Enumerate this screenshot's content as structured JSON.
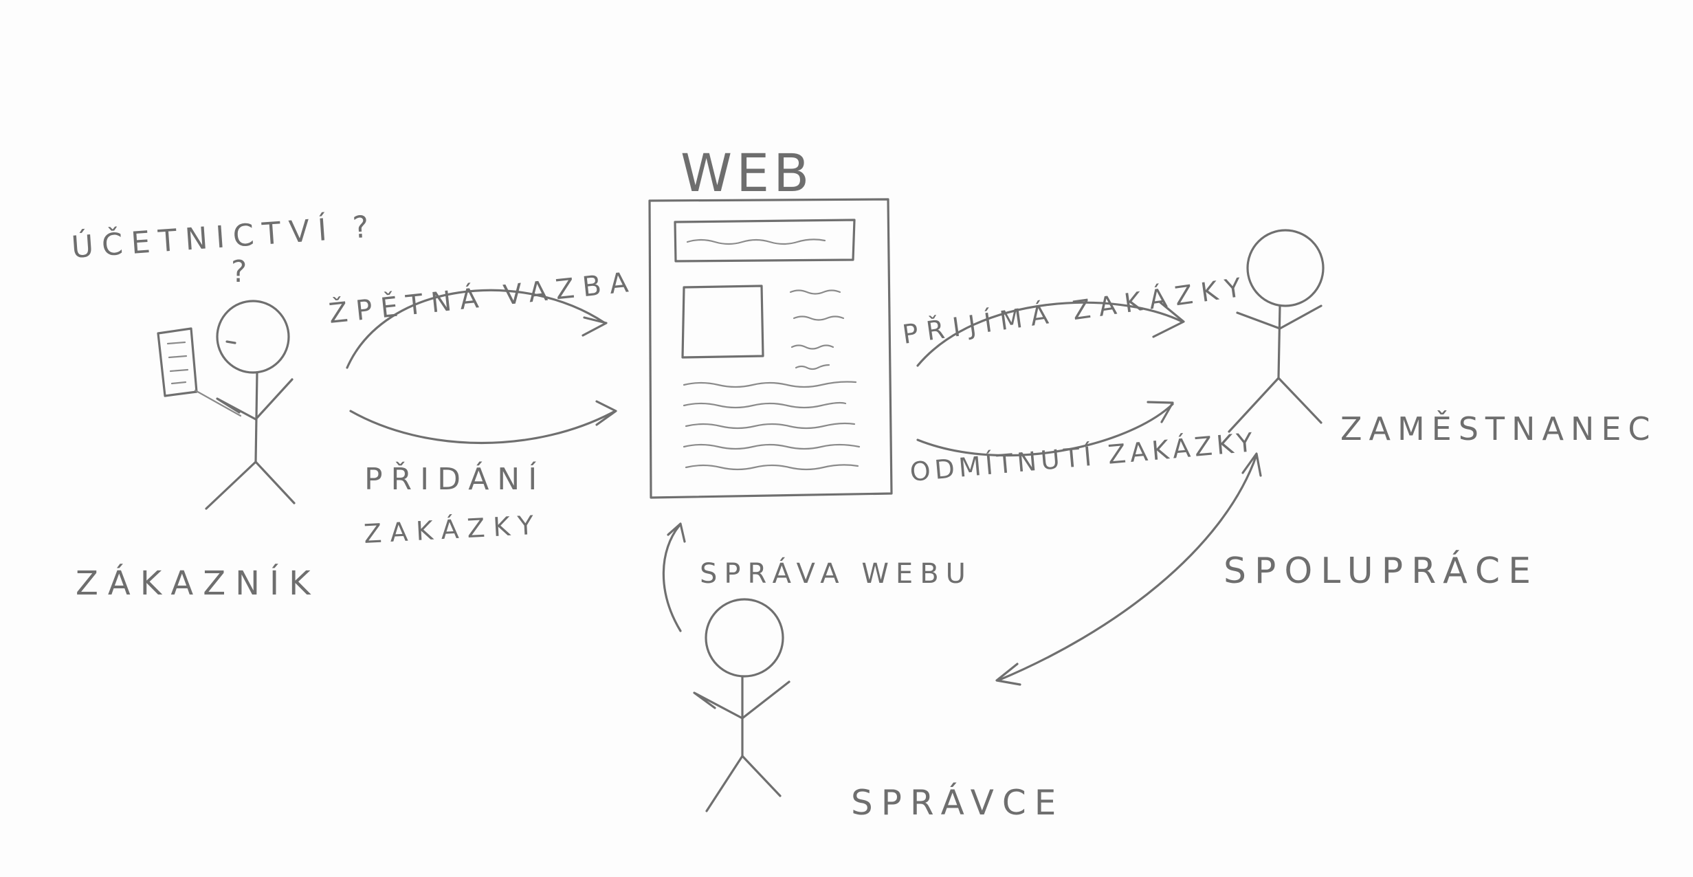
{
  "diagram": {
    "title": "WEB",
    "actors": {
      "customer": "ZÁKAZNÍK",
      "employee": "ZAMĚSTNANEC",
      "admin": "SPRÁVCE"
    },
    "customer_thought": "ÚČETNICTVÍ ?",
    "customer_question_mark": "?",
    "flows": {
      "feedback": "ŽPĚTNÁ VAZBA",
      "add_order_line1": "PŘIDÁNÍ",
      "add_order_line2": "ZAKÁZKY",
      "accept_order": "PŘIJÍMÁ ZAKÁZKY",
      "reject_order": "ODMÍTNUTÍ ZAKÁZKY",
      "web_admin": "SPRÁVA WEBU",
      "cooperation": "SPOLUPRÁCE"
    }
  }
}
